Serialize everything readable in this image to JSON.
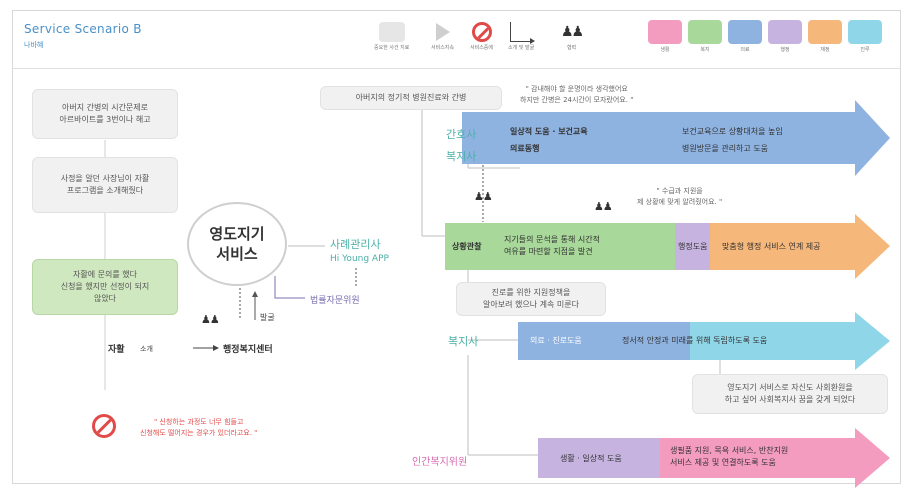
{
  "header": {
    "title": "Service Scenario B",
    "subtitle": "나바혜"
  },
  "legend": {
    "icons": [
      {
        "name": "grey-box-icon",
        "caption": "중요한 사건 지료"
      },
      {
        "name": "play-icon",
        "caption": "서비스지속"
      },
      {
        "name": "no-entry-icon",
        "caption": "서비스중에"
      },
      {
        "name": "corner-arrow-icon",
        "caption": "소개 및 발굴"
      },
      {
        "name": "people-icon",
        "caption": "협력"
      }
    ],
    "chips": [
      {
        "caption": "생활",
        "color": "#f49bc0"
      },
      {
        "caption": "복지",
        "color": "#a8d89a"
      },
      {
        "caption": "의료",
        "color": "#8fb3e0"
      },
      {
        "caption": "행정",
        "color": "#c6b3e0"
      },
      {
        "caption": "재정",
        "color": "#f6b77a"
      },
      {
        "caption": "진루",
        "color": "#8fd6e8"
      }
    ]
  },
  "left_timeline": {
    "box1": "아버지 간병의 시간문제로\n아르바이트를 3번이나 해고",
    "box2": "사정을 알던 사장님이 자활\n프로그램을 소개해줬다",
    "box3": "자활에 문의를 했다\n신청을 했지만 선정이 되지\n않았다",
    "quote_red": "\" 신청하는 과정도 너무 힘들고\n신청해도 떨어지는 경우가 있더라고요. \""
  },
  "center": {
    "circle_line1": "영도지기",
    "circle_line2": "서비스",
    "case_manager": "사례관리사",
    "app": "Hi Young APP",
    "legal": "법률자문위원",
    "discover": "발굴",
    "referral_from": "자활",
    "referral_mid": "소개",
    "referral_to": "행정복지센터"
  },
  "right_flow": {
    "top_box": "아버지의 정기적 병원진료와 간병",
    "top_quote": "\" 감내해야 할 운명이라 생각했어요\n하지만 간병은 24시간이 모자랐어요. \"",
    "nurse": "간호사",
    "welfare_top": "복지사",
    "arrow1_left_top": "일상적 도움 · 보건교육",
    "arrow1_left_bottom": "의료동행",
    "arrow1_right_top": "보건교육으로 상황대처을 높임",
    "arrow1_right_bottom": "병원방문을 관리하고 도움",
    "mid_quote": "\" 수급과 지원을\n제 상황에 맞게 알려줬어요. \"",
    "arrow2_seg1": "상황관찰",
    "arrow2_seg1b": "지기들의 문석을 통해 시간적\n여유를 마련할 지점을 발견",
    "arrow2_seg2": "행정도움",
    "arrow2_seg3": "맞춤형 행정 서비스 연계 제공",
    "career_box": "진로를 위한 지원정책을\n알아보려 했으나 계속 미룬다",
    "welfare_mid": "복지사",
    "arrow3_seg1": "의료 · 진로도움",
    "arrow3_seg2": "정서적 안정과 미래를 위해 독립하도록 도움",
    "bottom_box": "영도지기 서비스로 자신도 사회환원을\n하고 싶어 사회복지사 꿈을 갖게 되었다",
    "civil": "인간복지위원",
    "arrow4_seg1": "생활 · 일상적 도움",
    "arrow4_seg2": "생필품 지원, 목욕 서비스, 반찬지원\n서비스 제공 및 연결하도록 도움"
  },
  "colors": {
    "pink": "#f49bc0",
    "green": "#a8d89a",
    "blue": "#8fb3e0",
    "purple": "#c6b3e0",
    "orange": "#f6b77a",
    "cyan": "#8fd6e8",
    "teal_text": "#4ab0a8",
    "red": "#e24a4a"
  }
}
